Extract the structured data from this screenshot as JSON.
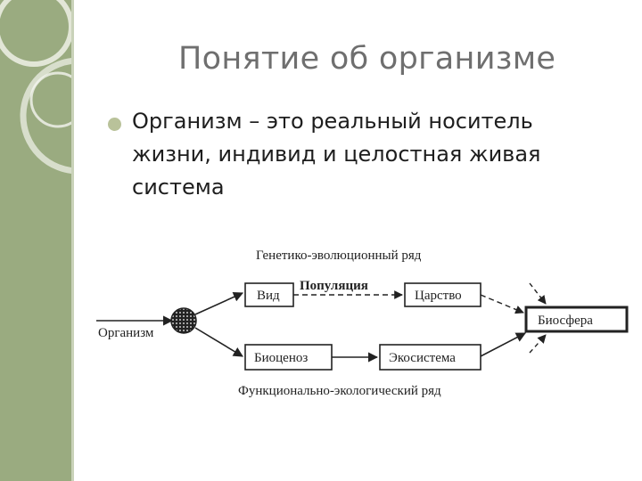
{
  "slide": {
    "title": "Понятие об организме",
    "bullet": "Организм – это реальный носитель жизни, индивид и целостная живая система"
  },
  "diagram": {
    "top_label": "Генетико-эволюционный ряд",
    "bottom_label": "Функционально-экологический ряд",
    "organism": "Организм",
    "vid": "Вид",
    "population": "Популяция",
    "kingdom": "Царство",
    "biocenosis": "Биоценоз",
    "ecosystem": "Экосистема",
    "biosphere": "Биосфера"
  },
  "colors": {
    "sidebar": "#9aab80",
    "bullet": "#b9c29a",
    "title": "#6f6f6f"
  }
}
